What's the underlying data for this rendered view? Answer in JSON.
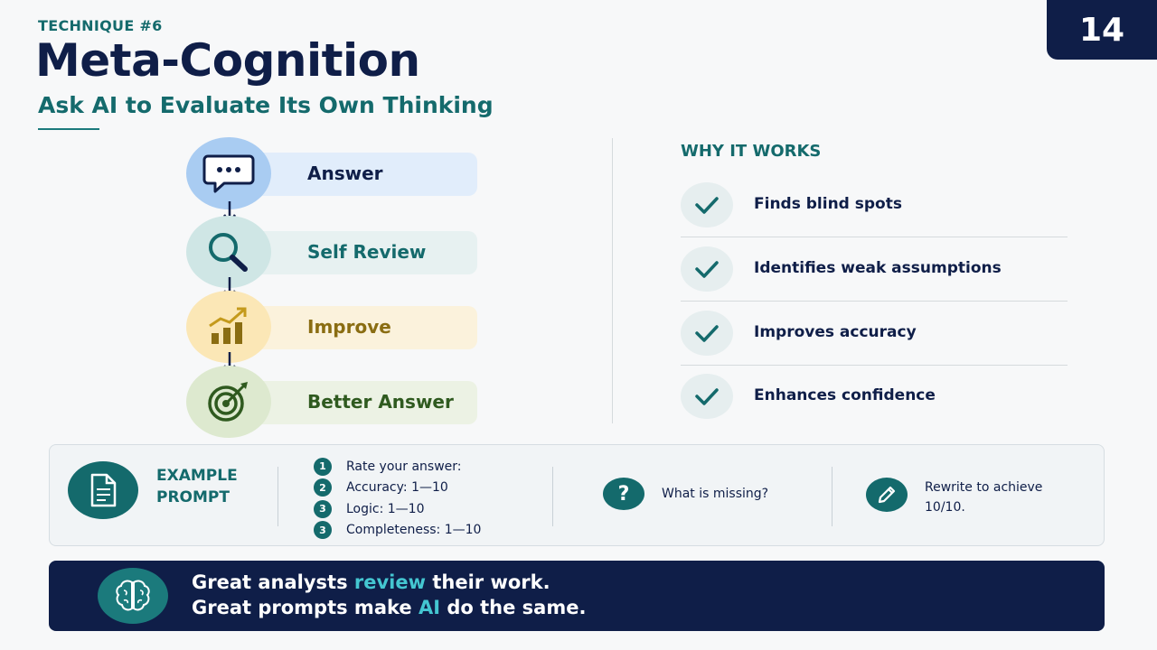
{
  "page_number": "14",
  "header": {
    "eyebrow": "TECHNIQUE #6",
    "title": "Meta-Cognition",
    "subtitle": "Ask AI to Evaluate Its Own Thinking"
  },
  "flow": [
    {
      "label": "Answer",
      "icon": "speech-bubble-icon",
      "circle_color": "#a9ccf2",
      "bar_color": "#e1edfb",
      "text_color": "#0f1e48"
    },
    {
      "label": "Self Review",
      "icon": "magnifier-icon",
      "circle_color": "#cfe6e5",
      "bar_color": "#e7f1f1",
      "text_color": "#146a6c"
    },
    {
      "label": "Improve",
      "icon": "growth-chart-icon",
      "circle_color": "#fbe7b6",
      "bar_color": "#fbf2dc",
      "text_color": "#8a6d12"
    },
    {
      "label": "Better Answer",
      "icon": "target-icon",
      "circle_color": "#dde9cf",
      "bar_color": "#ecf2e4",
      "text_color": "#2f5a1f"
    }
  ],
  "why": {
    "heading": "WHY IT WORKS",
    "items": [
      "Finds blind spots",
      "Identifies weak assumptions",
      "Improves accuracy",
      "Enhances confidence"
    ]
  },
  "example": {
    "label_line1": "EXAMPLE",
    "label_line2": "PROMPT",
    "steps": [
      {
        "num": "1",
        "text": "Rate your answer:"
      },
      {
        "num": "2",
        "text": "Accuracy: 1—10"
      },
      {
        "num": "3",
        "text": "Logic: 1—10"
      },
      {
        "num": "3",
        "text": "Completeness: 1—10"
      }
    ],
    "question_glyph": "?",
    "question": "What is missing?",
    "rewrite": "Rewrite to achieve 10/10."
  },
  "banner": {
    "line1_a": "Great analysts ",
    "line1_hl": "review",
    "line1_b": " their work.",
    "line2_a": "Great prompts make ",
    "line2_hl": "AI",
    "line2_b": " do the same."
  },
  "colors": {
    "navy": "#0f1e48",
    "teal": "#146a6c",
    "highlight": "#44c6d1"
  }
}
